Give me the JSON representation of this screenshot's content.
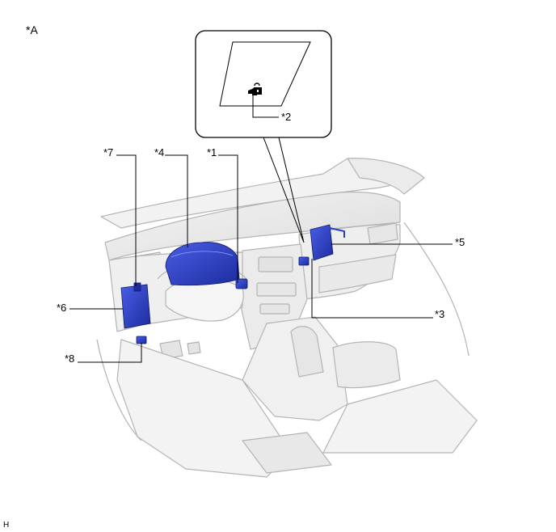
{
  "figure_label": "*A",
  "corner_code": "H",
  "callouts": [
    {
      "id": "1",
      "text": "*1"
    },
    {
      "id": "2",
      "text": "*2"
    },
    {
      "id": "3",
      "text": "*3"
    },
    {
      "id": "4",
      "text": "*4"
    },
    {
      "id": "5",
      "text": "*5"
    },
    {
      "id": "6",
      "text": "*6"
    },
    {
      "id": "7",
      "text": "*7"
    },
    {
      "id": "8",
      "text": "*8"
    }
  ],
  "colors": {
    "component": "#2a3fc8",
    "interior_line": "#b4b4b4",
    "leader": "#000000"
  }
}
